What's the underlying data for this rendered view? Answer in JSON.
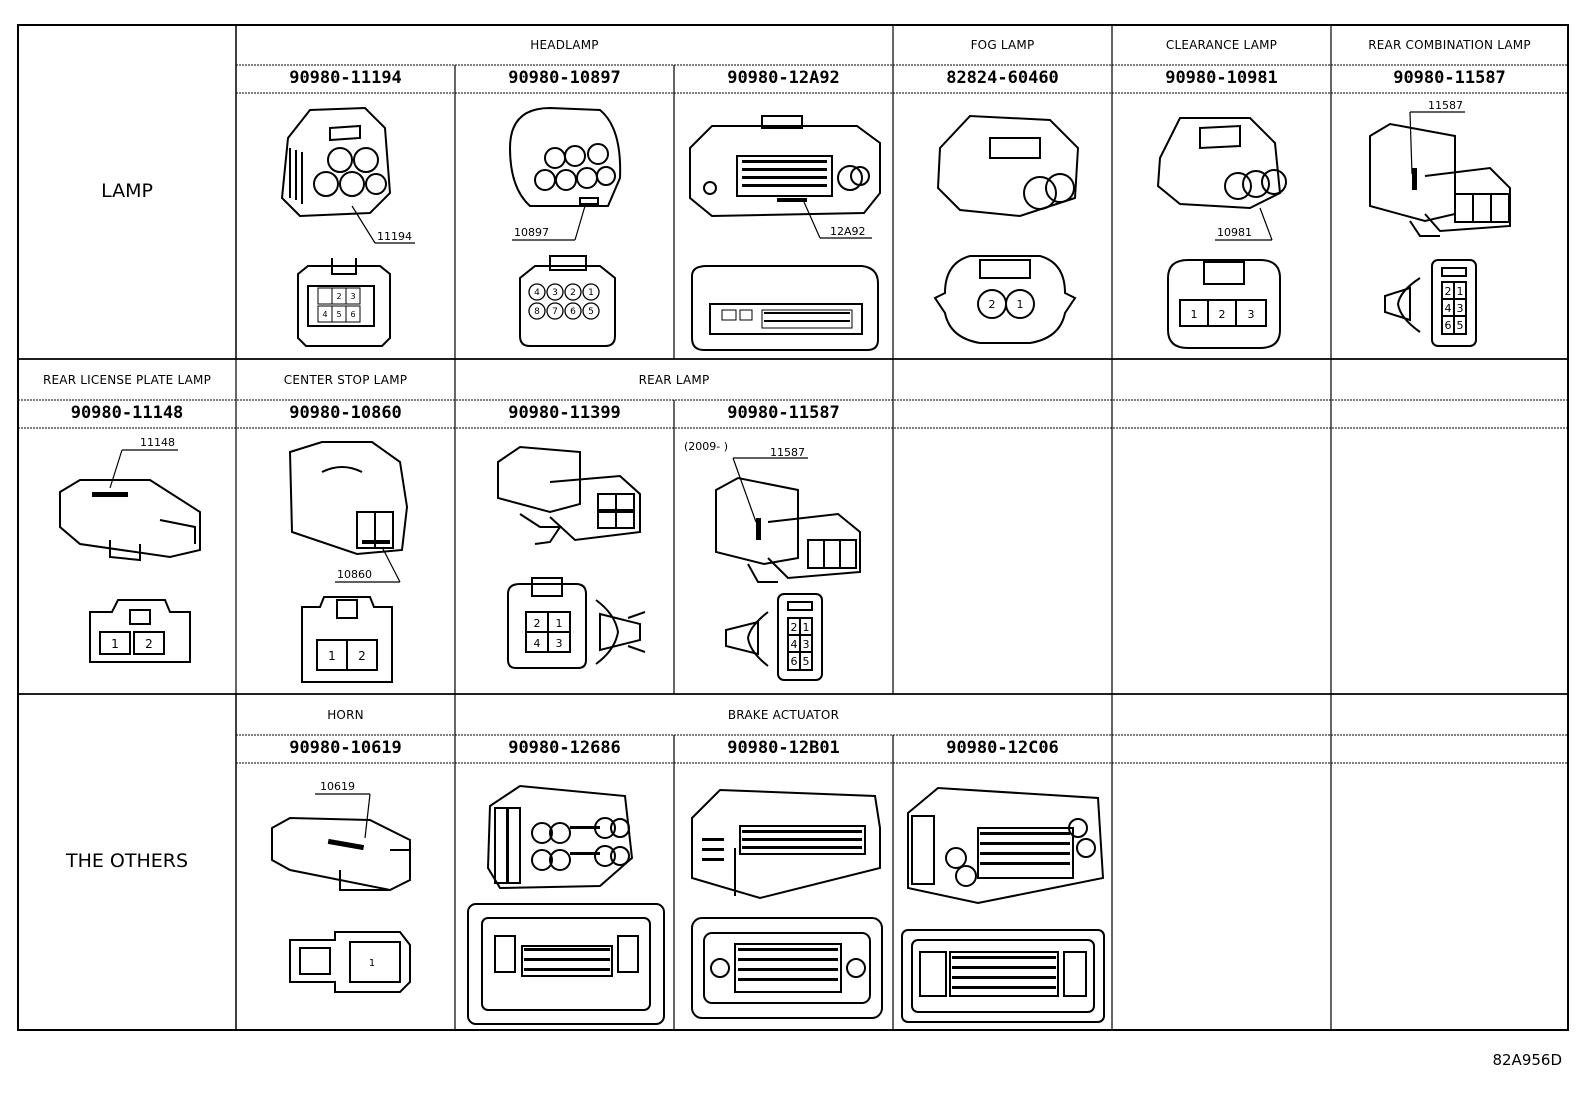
{
  "groups": {
    "lamp": "LAMP",
    "others": "THE OTHERS"
  },
  "row1": {
    "headlamp": "HEADLAMP",
    "fog_lamp": "FOG LAMP",
    "clearance_lamp": "CLEARANCE LAMP",
    "rear_combination_lamp": "REAR COMBINATION LAMP",
    "parts": [
      "90980-11194",
      "90980-10897",
      "90980-12A92",
      "82824-60460",
      "90980-10981",
      "90980-11587"
    ],
    "tags": [
      "11194",
      "10897",
      "12A92",
      "10981",
      "11587"
    ]
  },
  "row2": {
    "rear_license_plate_lamp": "REAR LICENSE PLATE LAMP",
    "center_stop_lamp": "CENTER STOP LAMP",
    "rear_lamp": "REAR LAMP",
    "parts": [
      "90980-11148",
      "90980-10860",
      "90980-11399",
      "90980-11587"
    ],
    "tags": [
      "11148",
      "10860",
      "11587"
    ],
    "note": "(2009-      )"
  },
  "row3": {
    "horn": "HORN",
    "brake_actuator": "BRAKE ACTUATOR",
    "parts": [
      "90980-10619",
      "90980-12686",
      "90980-12B01",
      "90980-12C06"
    ],
    "tags": [
      "10619"
    ]
  },
  "pins": {
    "p1": "1",
    "p2": "2",
    "p3": "3",
    "p4": "4",
    "p5": "5",
    "p6": "6",
    "p7": "7",
    "p8": "8"
  },
  "ref_code": "82A956D"
}
